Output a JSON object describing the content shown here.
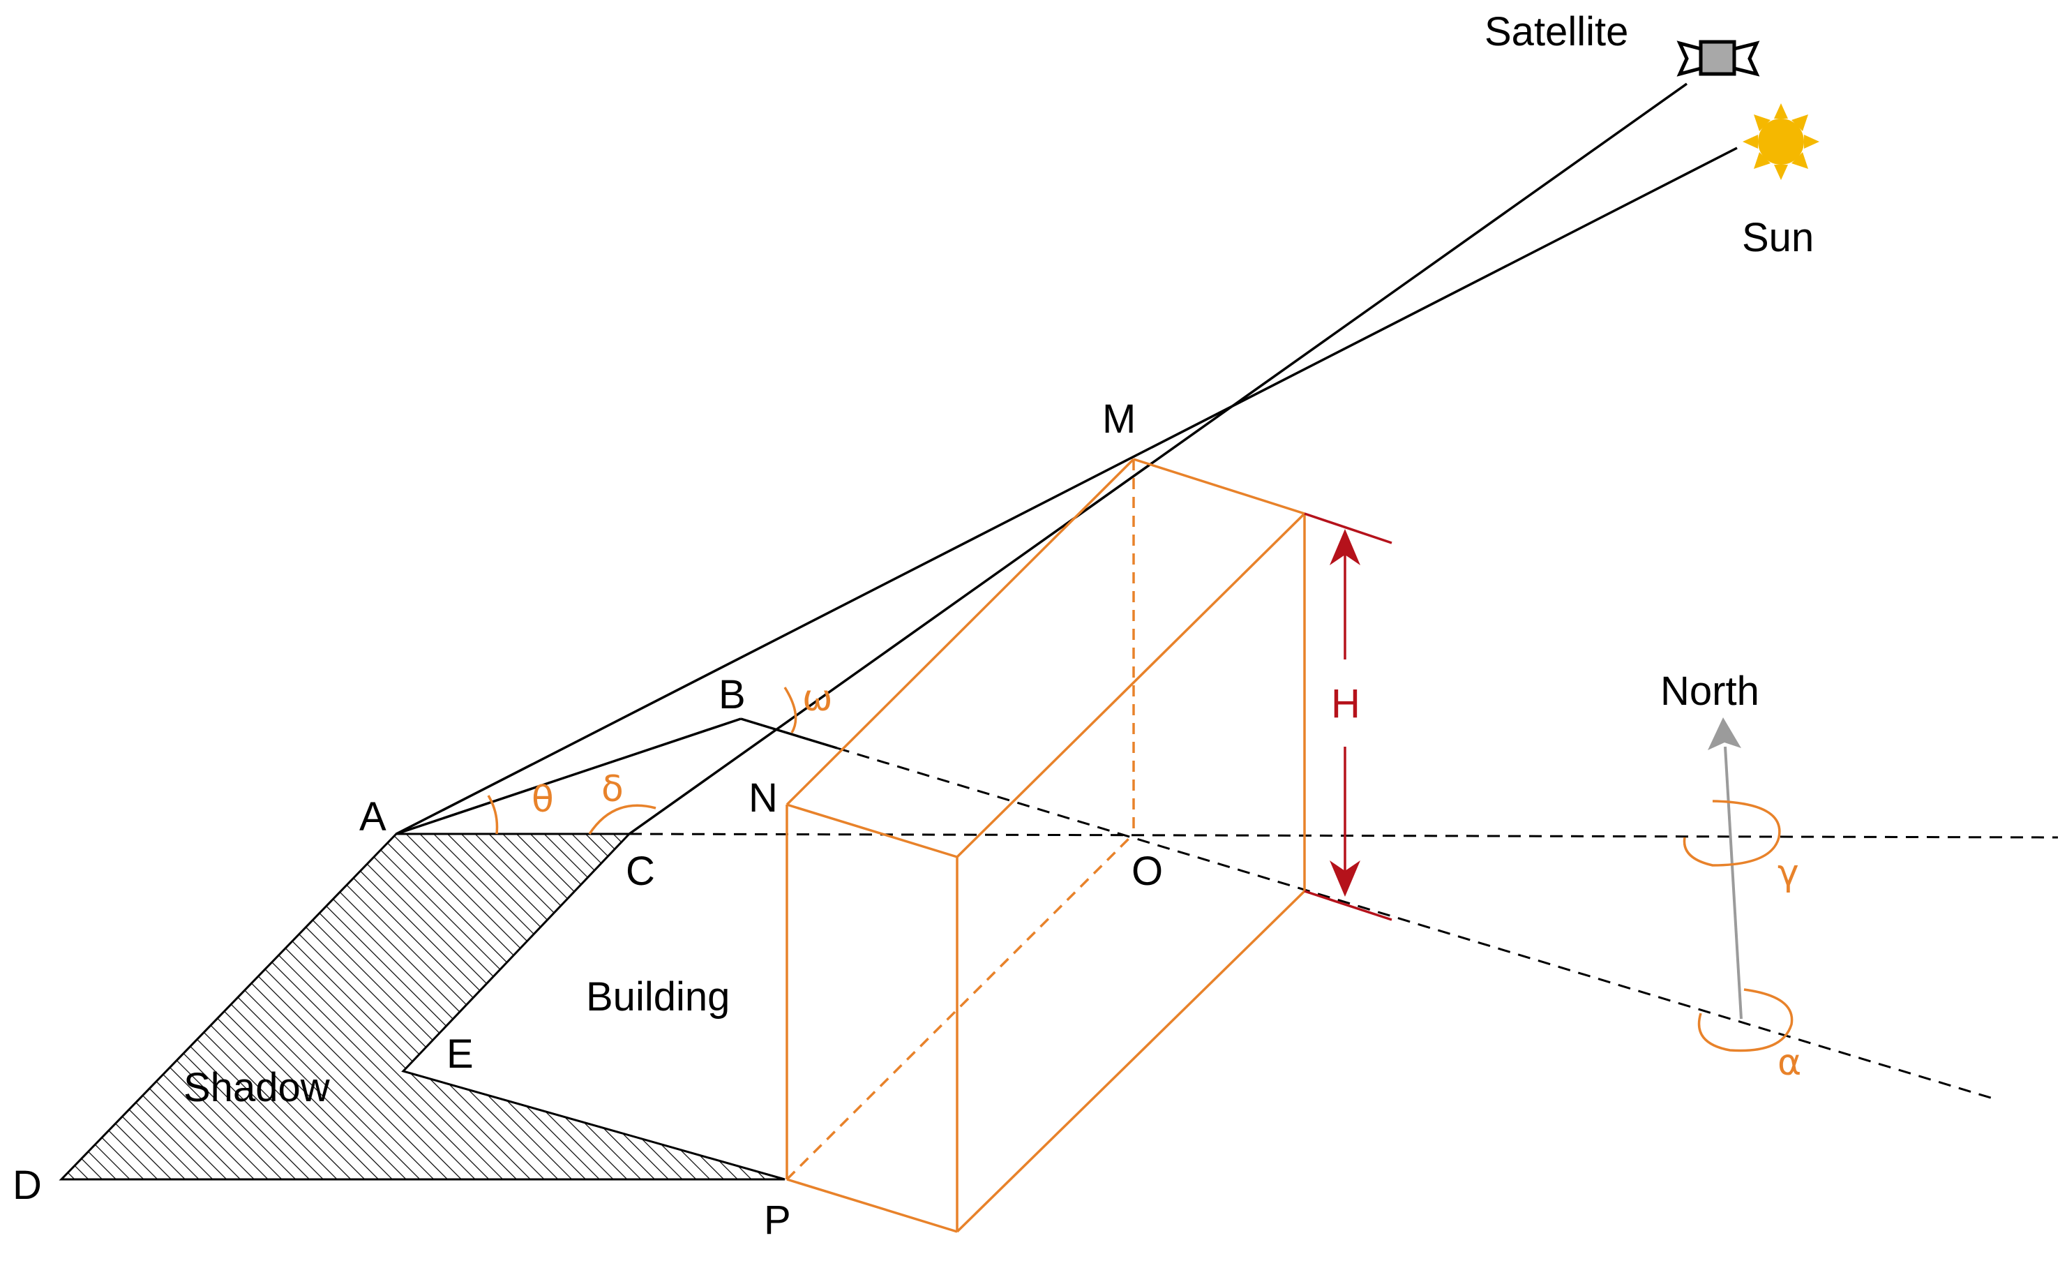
{
  "labels": {
    "satellite": "Satellite",
    "sun": "Sun",
    "M": "M",
    "B": "B",
    "N": "N",
    "A": "A",
    "C": "C",
    "O": "O",
    "E": "E",
    "D": "D",
    "P": "P",
    "building": "Building",
    "shadow": "Shadow",
    "north": "North",
    "H": "H",
    "omega": "ω",
    "theta": "θ",
    "delta": "δ",
    "gamma": "γ",
    "alpha": "α"
  },
  "colors": {
    "line": "#000000",
    "building": "#e8822a",
    "height": "#b5121b",
    "north": "#9b9b9b",
    "sun": "#f5b800",
    "satellite_body": "#a8a8a8",
    "shadow_hatch": "#000000"
  },
  "icons": {
    "satellite": "satellite-icon",
    "sun": "sun-icon"
  }
}
